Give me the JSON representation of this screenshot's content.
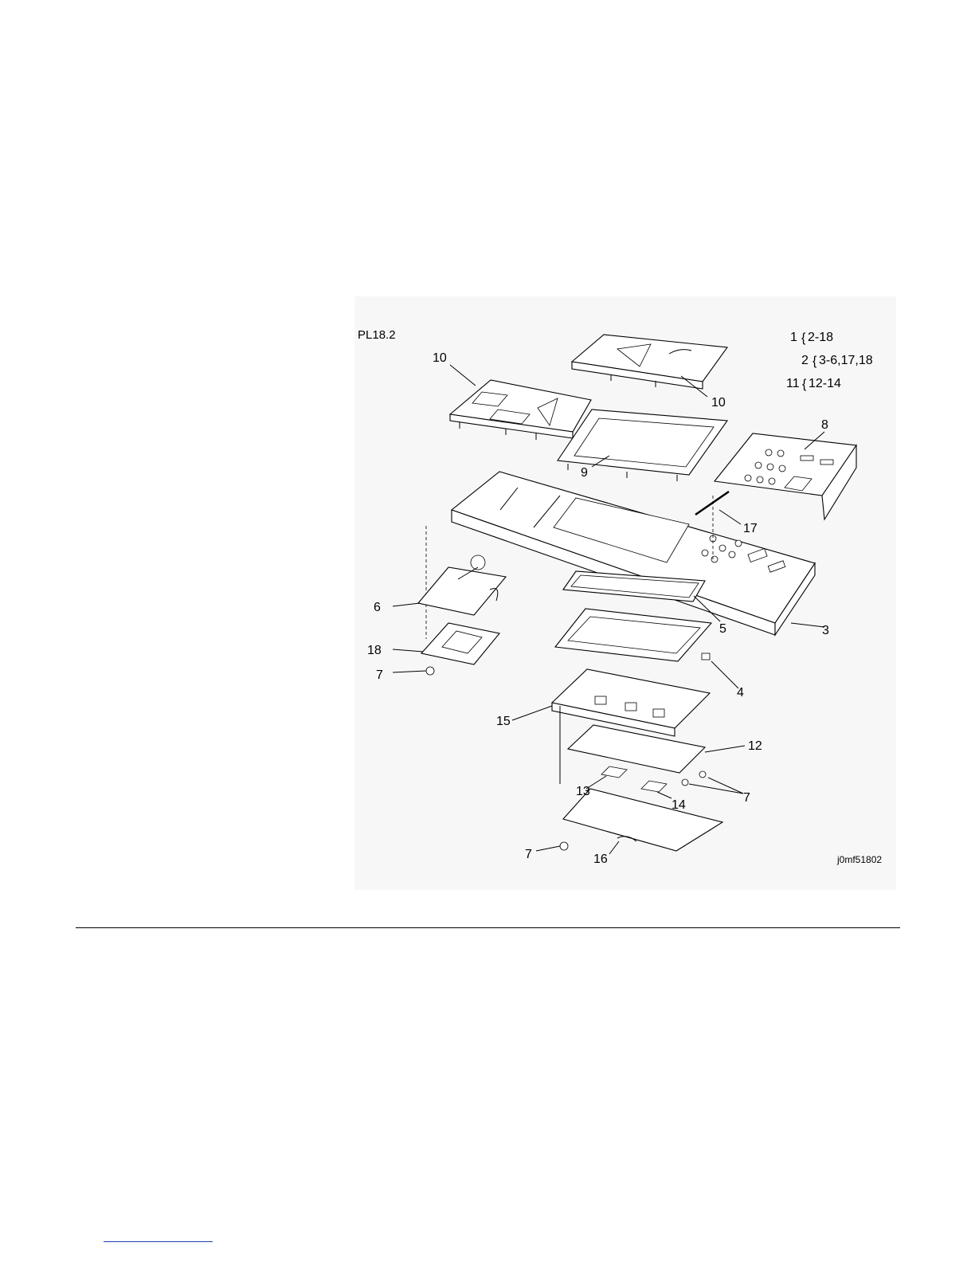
{
  "figure": {
    "title": "PL18.2",
    "figure_id": "j0mf51802",
    "legend": [
      {
        "item": "1",
        "range": "2-18"
      },
      {
        "item": "2",
        "range": "3-6,17,18"
      },
      {
        "item": "11",
        "range": "12-14"
      }
    ],
    "callouts": {
      "c10a": "10",
      "c10b": "10",
      "c9": "9",
      "c8": "8",
      "c17": "17",
      "c6": "6",
      "c18": "18",
      "c7a": "7",
      "c5": "5",
      "c3": "3",
      "c4": "4",
      "c15": "15",
      "c12": "12",
      "c13": "13",
      "c14": "14",
      "c7b": "7",
      "c7c": "7",
      "c16": "16"
    }
  }
}
